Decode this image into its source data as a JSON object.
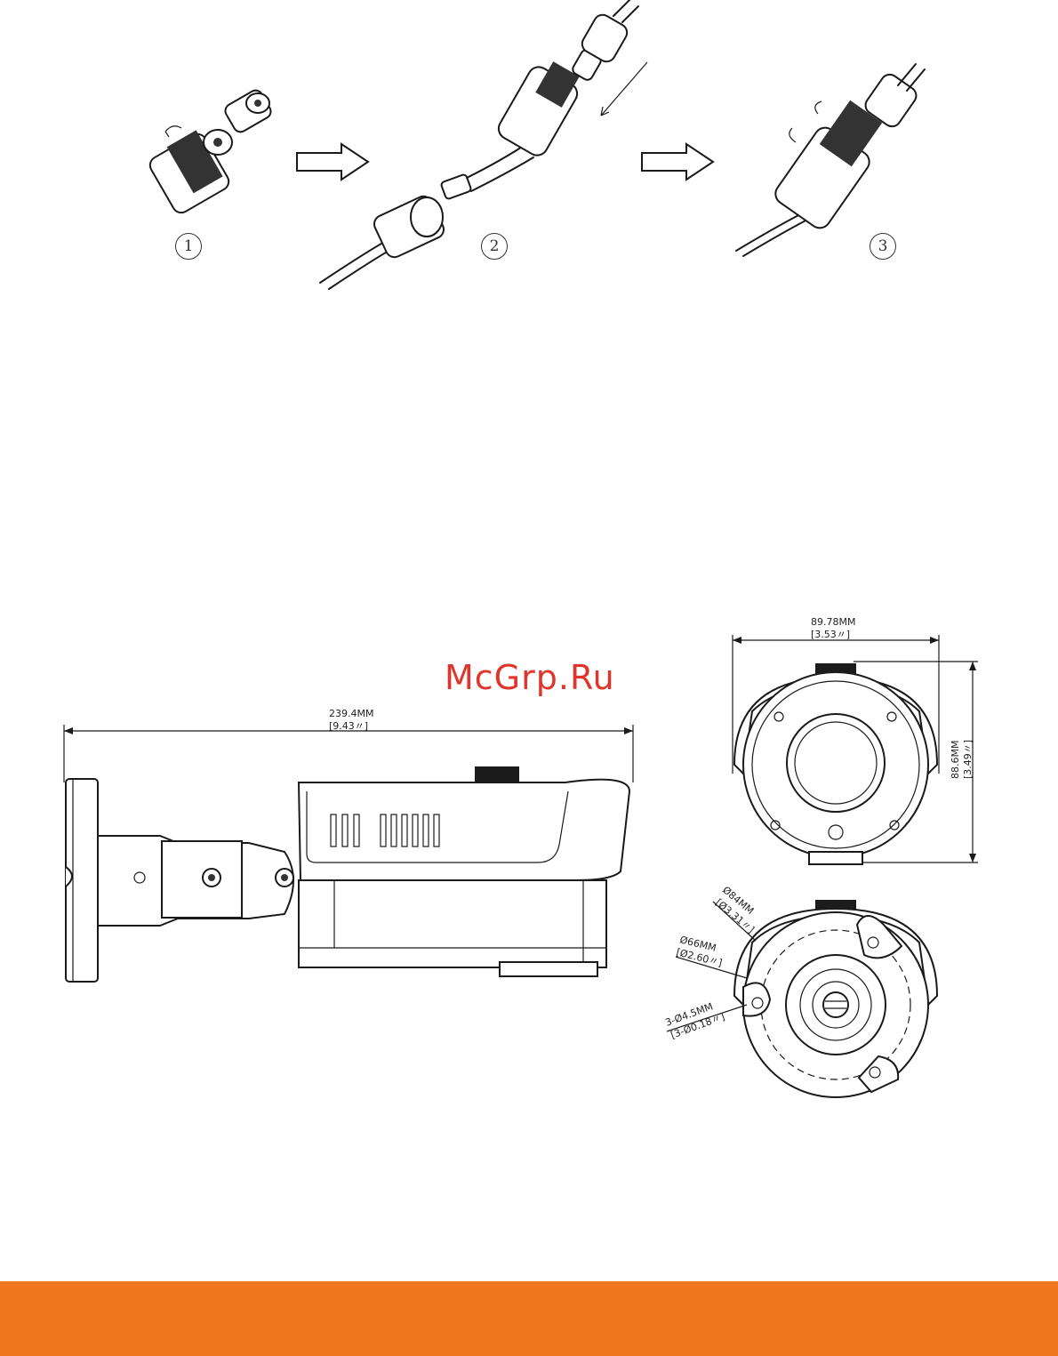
{
  "install_steps": [
    {
      "number": "1"
    },
    {
      "number": "2"
    },
    {
      "number": "3"
    }
  ],
  "watermark": "McGrp.Ru",
  "dimensions": {
    "length_mm": "239.4MM",
    "length_in": "[9.43〃]",
    "width_mm": "89.78MM",
    "width_in": "[3.53〃]",
    "height_mm": "88.6MM",
    "height_in": "[3.49〃]",
    "outer_dia_mm": "Ø84MM",
    "outer_dia_in": "[Ø3.31〃]",
    "inner_dia_mm": "Ø66MM",
    "inner_dia_in": "[Ø2.60〃]",
    "hole_mm": "3-Ø4.5MM",
    "hole_in": "[3-Ø0.18〃]"
  },
  "colors": {
    "footer": "#f07620",
    "watermark": "#e0352b"
  }
}
